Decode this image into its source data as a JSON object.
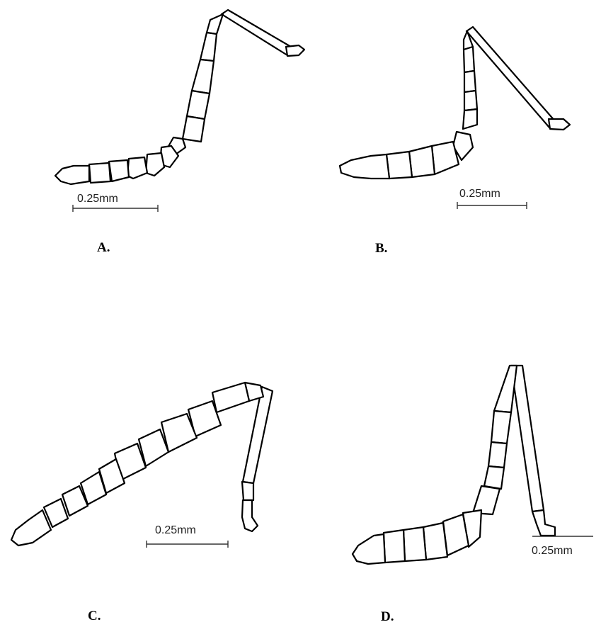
{
  "panels": [
    {
      "label": "A.",
      "scale": "0.25mm"
    },
    {
      "label": "B.",
      "scale": "0.25mm"
    },
    {
      "label": "C.",
      "scale": "0.25mm"
    },
    {
      "label": "D.",
      "scale": "0.25mm"
    }
  ]
}
